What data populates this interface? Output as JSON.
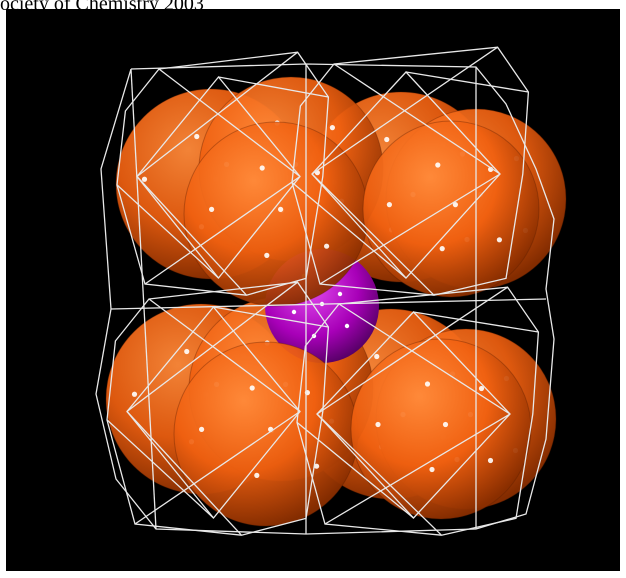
{
  "caption": "ociety of Chemistry 2003",
  "scene": {
    "background": "#000000",
    "frame_color": "#e8e8e8",
    "sphere_color_large": "#f06010",
    "sphere_color_small": "#a800b8",
    "large_sphere_count": 16,
    "small_sphere_count": 1
  }
}
